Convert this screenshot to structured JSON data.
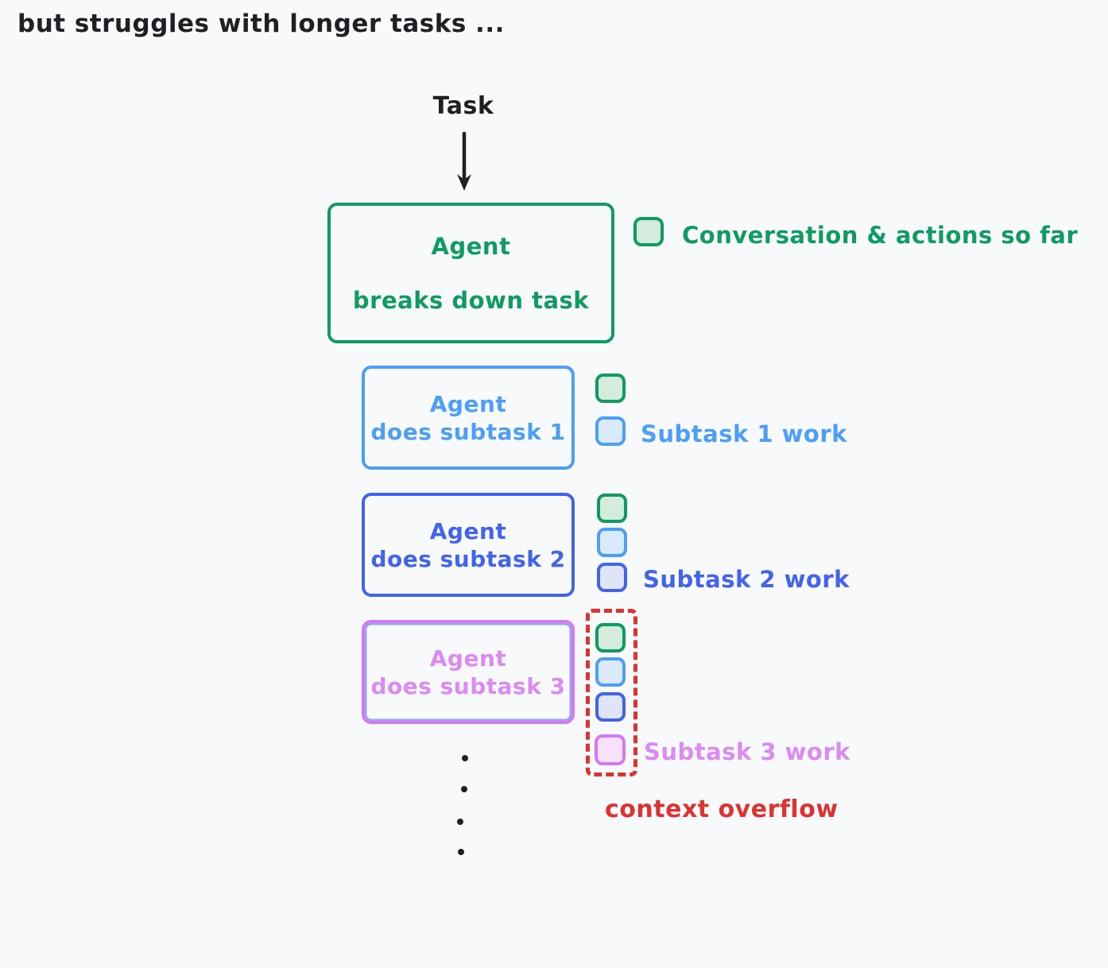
{
  "title": "but struggles with longer tasks ...",
  "flow": {
    "task_label": "Task",
    "agent_box": {
      "line1": "Agent",
      "line2": "breaks down task"
    },
    "legend": {
      "conversation": "Conversation & actions so far"
    },
    "subtasks": [
      {
        "box_line1": "Agent",
        "box_line2": "does subtask 1",
        "work_label": "Subtask 1 work"
      },
      {
        "box_line1": "Agent",
        "box_line2": "does subtask 2",
        "work_label": "Subtask 2 work"
      },
      {
        "box_line1": "Agent",
        "box_line2": "does subtask 3",
        "work_label": "Subtask 3 work"
      }
    ],
    "overflow_label": "context overflow"
  },
  "icons": {
    "down_arrow": "down-arrow-icon",
    "context_chip_green": "conversation context chip",
    "context_chip_blue": "subtask 1 context chip",
    "context_chip_indigo": "subtask 2 context chip",
    "context_chip_purple": "subtask 3 context chip"
  },
  "colors": {
    "ink": "#1f2023",
    "green": "#0f9b62",
    "green_fill": "#d5ebdd",
    "blue": "#4d9ef7",
    "blue_fill": "#dbeafb",
    "indigo": "#4263eb",
    "indigo_fill": "#dfe4f8",
    "purple": "#d678f2",
    "purple_text": "#da8af2",
    "purple_fill": "#f7e2fb",
    "red": "#e03131",
    "background": "#f8f9fa"
  }
}
